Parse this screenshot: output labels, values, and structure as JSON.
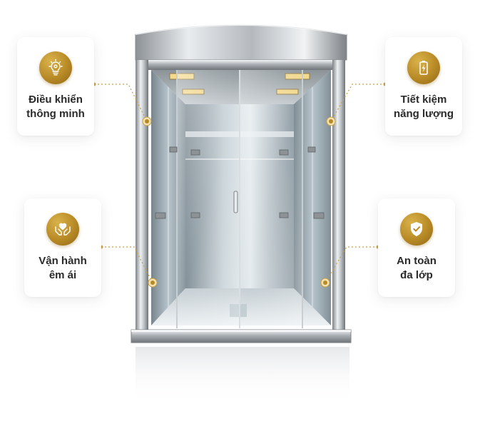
{
  "colors": {
    "accent_gold": "#b88a26",
    "label_text": "#2a2a2a",
    "glass_tint": "#9fb4bf",
    "steel": "#c9cdd2"
  },
  "features": {
    "top_left": {
      "icon": "smart-bulb-gear-icon",
      "line1": "Điều khiển",
      "line2": "thông minh"
    },
    "top_right": {
      "icon": "battery-charge-icon",
      "line1": "Tiết kiệm",
      "line2": "năng lượng"
    },
    "bottom_left": {
      "icon": "hands-heart-icon",
      "line1": "Vận hành",
      "line2": "êm ái"
    },
    "bottom_right": {
      "icon": "shield-check-icon",
      "line1": "An toàn",
      "line2": "đa lớp"
    }
  }
}
